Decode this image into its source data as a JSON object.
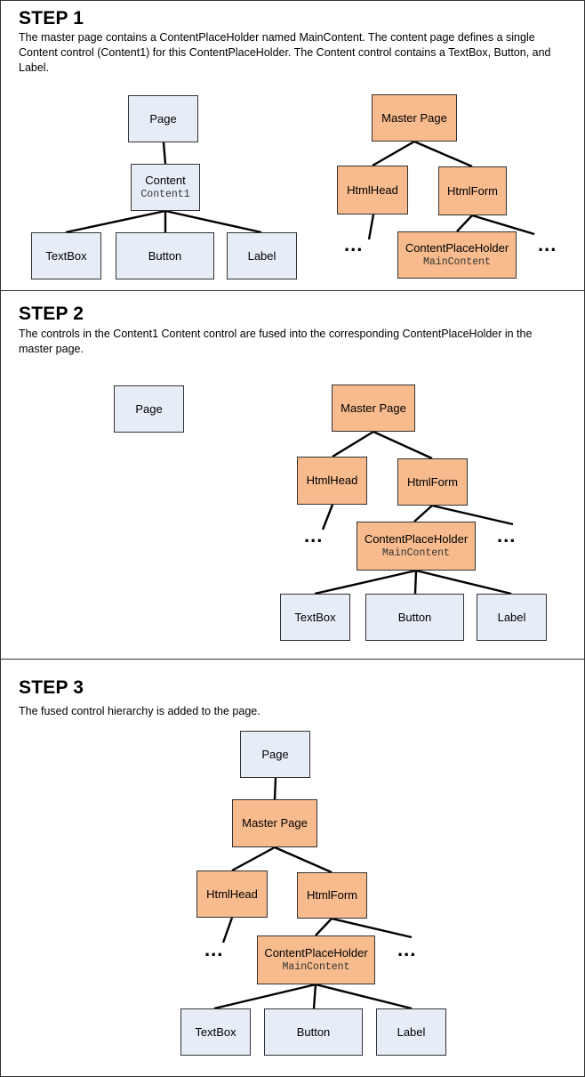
{
  "step1": {
    "heading": "STEP 1",
    "description": "The master page contains a ContentPlaceHolder named MainContent. The content page defines a single Content control (Content1) for this ContentPlaceHolder. The Content control contains a TextBox, Button, and Label."
  },
  "step2": {
    "heading": "STEP 2",
    "description": "The controls in the Content1 Content control are fused into the corresponding ContentPlaceHolder in the master page."
  },
  "step3": {
    "heading": "STEP 3",
    "description": "The fused control hierarchy is added to the page."
  },
  "labels": {
    "page": "Page",
    "content": "Content",
    "content_id": "Content1",
    "textbox": "TextBox",
    "button": "Button",
    "label": "Label",
    "master_page": "Master Page",
    "html_head": "HtmlHead",
    "html_form": "HtmlForm",
    "content_placeholder": "ContentPlaceHolder",
    "placeholder_id": "MainContent",
    "ellipsis": "..."
  },
  "colors": {
    "content_page_fill": "#e7edf7",
    "master_page_fill": "#f7bb8d",
    "border": "#333333"
  }
}
